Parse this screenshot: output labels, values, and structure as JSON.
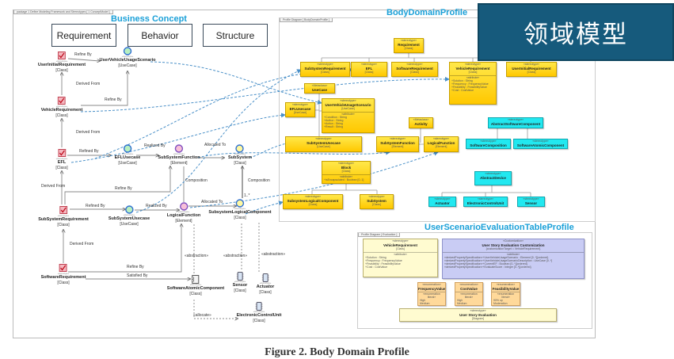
{
  "package_tab": "package 1 Define Modeling Framework and Stereotypes [ 1 ConceptModel ]",
  "business_concept": {
    "title": "Business Concept",
    "categories": [
      "Requirement",
      "Behavior",
      "Structure"
    ],
    "nodes": [
      {
        "name": "UserInitialRequirement",
        "type": "[Class]",
        "kind": "requirement"
      },
      {
        "name": "UserVehicleUsageScenario",
        "type": "[UseCase]",
        "kind": "usecase"
      },
      {
        "name": "VehicleRequirement",
        "type": "[Class]",
        "kind": "requirement"
      },
      {
        "name": "EFL",
        "type": "[Class]",
        "kind": "requirement"
      },
      {
        "name": "EFLUsecase",
        "type": "[UseCase]",
        "kind": "usecase"
      },
      {
        "name": "SubSystemFunction",
        "type": "[Element]",
        "kind": "element"
      },
      {
        "name": "SubSystem",
        "type": "[Class]",
        "kind": "block"
      },
      {
        "name": "SubSystemRequirement",
        "type": "[Class]",
        "kind": "requirement"
      },
      {
        "name": "SubSystemUsecase",
        "type": "[UseCase]",
        "kind": "usecase"
      },
      {
        "name": "LogicalFunction",
        "type": "[Element]",
        "kind": "element"
      },
      {
        "name": "SubsystemLogicalComponent",
        "type": "[Class]",
        "kind": "block"
      },
      {
        "name": "SoftwareRequirement",
        "type": "[Class]",
        "kind": "requirement"
      },
      {
        "name": "SoftwareAtomicComponent",
        "type": "[Class]",
        "kind": "component"
      },
      {
        "name": "Sensor",
        "type": "[Class]",
        "kind": "device"
      },
      {
        "name": "Actuator",
        "type": "[Class]",
        "kind": "device"
      },
      {
        "name": "ElectronicControlUnit",
        "type": "[Class]",
        "kind": "device"
      }
    ],
    "stereotype_label": "«stereotype»",
    "edge_labels": [
      "Refine By",
      "Derived From",
      "Refine By",
      "Derived From",
      "Refined By",
      "Realized By",
      "Allocated To",
      "Composition",
      "Composition",
      "Derived From",
      "Refine By",
      "Refined By",
      "Realized By",
      "Allocated To",
      "Derived From",
      "«abstraction»",
      "«abstraction»",
      "«abstraction»",
      "Refine By",
      "Satisfied By",
      "«allocate»",
      "1..*"
    ]
  },
  "body_domain_profile": {
    "title": "BodyDomainProfile",
    "tab": "Profile Diagram [ BodyDomainProfile ]",
    "boxes": [
      {
        "stereotype": "«stereotype»",
        "name": "Requirement",
        "type": "[Class]",
        "color": "yellow"
      },
      {
        "stereotype": "«stereotype»",
        "name": "SubSystemRequirement",
        "type": "[Class]",
        "color": "yellow"
      },
      {
        "stereotype": "«stereotype»",
        "name": "EFL",
        "type": "[Class]",
        "color": "yellow"
      },
      {
        "stereotype": "«stereotype»",
        "name": "SoftwareRequirement",
        "type": "[Class]",
        "color": "yellow"
      },
      {
        "stereotype": "«stereotype»",
        "name": "VehicleRequirement",
        "type": "[Class]",
        "color": "yellow",
        "attributes": [
          "«attribute»",
          "+Solution : String",
          "+Frequency : FrequencyValue",
          "+Feasibility : FeasibilityValue",
          "+Cost : CostValue"
        ]
      },
      {
        "stereotype": "«stereotype»",
        "name": "UserInitialRequirement",
        "type": "[Class]",
        "color": "yellow"
      },
      {
        "stereotype": "«Metaclass»",
        "name": "UseCase",
        "type": "",
        "color": "yellow"
      },
      {
        "stereotype": "«stereotype»",
        "name": "UserVehicleUsageScenario",
        "type": "[UseCase]",
        "color": "yellow",
        "attributes": [
          "«attribute»",
          "+Condition : String",
          "+Author : String",
          "+Action : String",
          "+Result : String"
        ]
      },
      {
        "stereotype": "«stereotype»",
        "name": "EFLUsecase",
        "type": "[UseCase]",
        "color": "yellow"
      },
      {
        "stereotype": "«Metaclass»",
        "name": "Activity",
        "type": "",
        "color": "yellow"
      },
      {
        "stereotype": "«stereotype»",
        "name": "AbstractSoftwareComponent",
        "type": "",
        "color": "cyan"
      },
      {
        "stereotype": "«stereotype»",
        "name": "SubSystemUsecase",
        "type": "[UseCase]",
        "color": "yellow"
      },
      {
        "stereotype": "«stereotype»",
        "name": "SubSystemFunction",
        "type": "[Element]",
        "color": "yellow"
      },
      {
        "stereotype": "«stereotype»",
        "name": "LogicalFunction",
        "type": "[Element]",
        "color": "yellow"
      },
      {
        "stereotype": "«stereotype»",
        "name": "SoftwareComposition",
        "type": "",
        "color": "cyan"
      },
      {
        "stereotype": "«stereotype»",
        "name": "SoftwareAtomicComponent",
        "type": "",
        "color": "cyan"
      },
      {
        "stereotype": "«stereotype»",
        "name": "Block",
        "type": "[Class]",
        "color": "yellow",
        "attributes": [
          "«attribute»",
          "+isEncapsulated : Boolean [0..1]"
        ]
      },
      {
        "stereotype": "«stereotype»",
        "name": "AbstractDevice",
        "type": "",
        "color": "cyan"
      },
      {
        "stereotype": "«stereotype»",
        "name": "SubsystemLogicalComponent",
        "type": "[Class]",
        "color": "yellow"
      },
      {
        "stereotype": "«stereotype»",
        "name": "SubSystem",
        "type": "[Class]",
        "color": "yellow"
      },
      {
        "stereotype": "«stereotype»",
        "name": "Actuator",
        "type": "",
        "color": "cyan"
      },
      {
        "stereotype": "«stereotype»",
        "name": "ElectronicControlUnit",
        "type": "",
        "color": "cyan"
      },
      {
        "stereotype": "«stereotype»",
        "name": "Sensor",
        "type": "",
        "color": "cyan"
      }
    ]
  },
  "evaluation_profile": {
    "title": "UserScenarioEvaluationTableProfile",
    "tab": "Profile Diagram [ Evaluation ]",
    "boxes": [
      {
        "stereotype": "«stereotype»",
        "name": "VehicleRequirement",
        "type": "[Class]",
        "color": "lightyellow",
        "attributes": [
          "«attribute»",
          "+Solution : String",
          "+Frequency : FrequencyValue",
          "+Feasibility : FeasibilityValue",
          "+Cost : CostValue"
        ]
      },
      {
        "stereotype": "«Customization»",
        "name": "User Story Evaluation Customization",
        "type": "{customizationTarget = VehicleRequirement}",
        "color": "lavender",
        "attributes": [
          "«attribute»",
          "«derivedPropertySpecification»+UserVehicleUsageScenario : Element [0..*]{ordered}",
          "«derivedPropertySpecification»+UserVehicleUsageScenarioDescription : UseCase [0..*]",
          "«derivedPropertySpecification»+CurrentEF : Boolean [0..*]{ordered}",
          "«derivedPropertySpecification»+EvaluateScore : Integer [0..*]{ordered}"
        ]
      },
      {
        "stereotype": "«enumeration»",
        "name": "FrequencyValue",
        "type": "",
        "color": "orange",
        "attributes": [
          "«enumeration literal»",
          "High",
          "Medium",
          "Low"
        ]
      },
      {
        "stereotype": "«enumeration»",
        "name": "CostValue",
        "type": "",
        "color": "orange",
        "attributes": [
          "«enumeration literal»",
          "High",
          "Medium",
          "Low"
        ]
      },
      {
        "stereotype": "«enumeration»",
        "name": "FeasibilityValue",
        "type": "",
        "color": "orange",
        "attributes": [
          "«enumeration literal»",
          "90% up",
          "Moderation",
          "Easy"
        ]
      },
      {
        "stereotype": "«stereotype»",
        "name": "User Story Evaluation",
        "type": "[Diagram]",
        "color": "lightyellow"
      }
    ]
  },
  "banner": {
    "text": "领域模型",
    "color": "#165a7c"
  },
  "caption": "Figure 2. Body Domain Profile",
  "colors": {
    "title": "#1aa0d8",
    "trace_line": "#4a90c8",
    "stereotype_yellow": "#ffd200",
    "stereotype_cyan": "#22e8f0"
  }
}
